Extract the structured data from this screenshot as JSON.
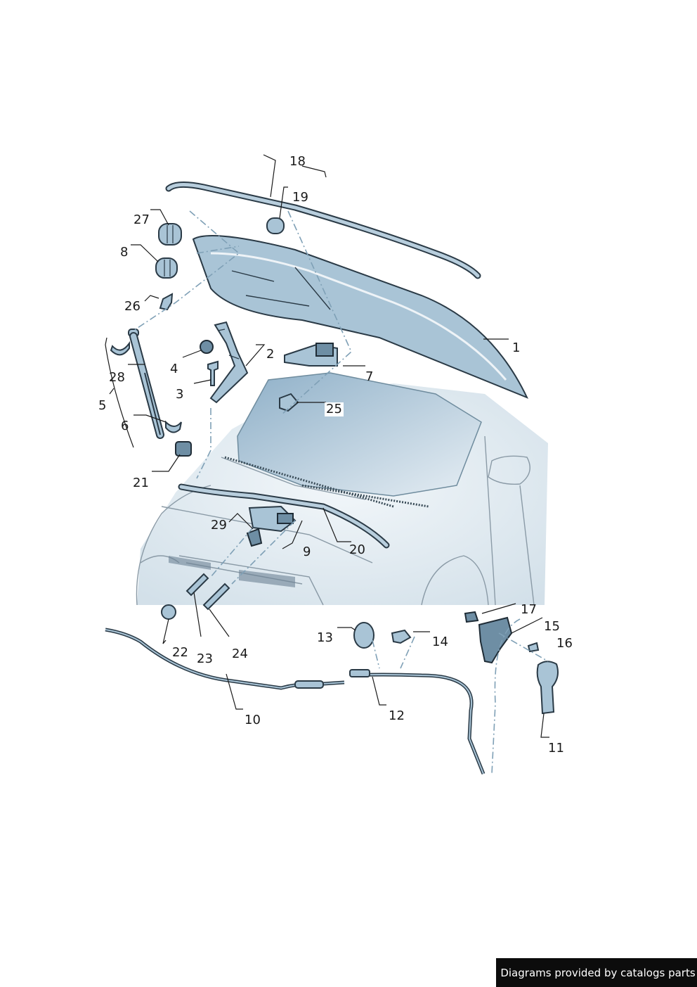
{
  "diagram": {
    "callouts": [
      "1",
      "2",
      "3",
      "4",
      "5",
      "6",
      "7",
      "8",
      "9",
      "10",
      "11",
      "12",
      "13",
      "14",
      "15",
      "16",
      "17",
      "18",
      "19",
      "20",
      "21",
      "22",
      "23",
      "24",
      "25",
      "26",
      "27",
      "28",
      "29"
    ],
    "credit_text": "Diagrams provided by catalogs parts"
  }
}
